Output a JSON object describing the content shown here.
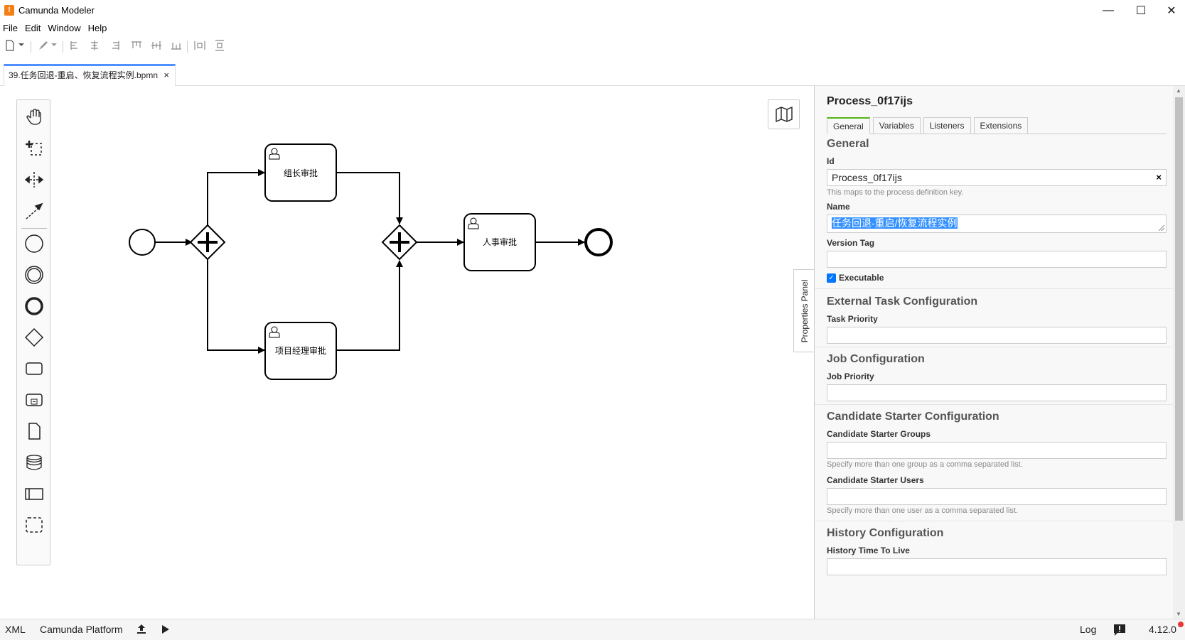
{
  "window": {
    "title": "Camunda Modeler",
    "app_icon": "camunda-modeler-icon",
    "minimize": "—",
    "maximize": "☐",
    "close": "✕"
  },
  "menu": [
    "File",
    "Edit",
    "Window",
    "Help"
  ],
  "toolbar_icons": [
    "new-file-icon",
    "dropdown-arrow-icon",
    "edit-tool-icon",
    "dropdown-arrow-icon",
    "align-left-icon",
    "align-center-icon",
    "align-right-icon",
    "align-top-icon",
    "align-middle-icon",
    "align-bottom-icon",
    "distribute-horizontal-icon",
    "distribute-vertical-icon"
  ],
  "tab": {
    "label": "39.任务回退-重启、恢复流程实例.bpmn",
    "close": "×"
  },
  "palette": [
    "hand-tool-icon",
    "lasso-tool-icon",
    "space-tool-icon",
    "connect-tool-icon",
    "start-event-icon",
    "intermediate-event-icon",
    "end-event-icon",
    "gateway-icon",
    "task-icon",
    "subprocess-icon",
    "data-object-icon",
    "data-store-icon",
    "pool-icon",
    "group-icon"
  ],
  "diagram": {
    "tasks": [
      {
        "name": "组长审批"
      },
      {
        "name": "项目经理审批"
      },
      {
        "name": "人事审批"
      }
    ]
  },
  "properties_toggle": "Properties Panel",
  "properties": {
    "title": "Process_0f17ijs",
    "tabs": [
      "General",
      "Variables",
      "Listeners",
      "Extensions"
    ],
    "active_tab": "General",
    "sections": {
      "general": {
        "heading": "General",
        "id_label": "Id",
        "id_value": "Process_0f17ijs",
        "id_hint": "This maps to the process definition key.",
        "name_label": "Name",
        "name_value": "任务回退-重启/恢复流程实例",
        "version_label": "Version Tag",
        "version_value": "",
        "executable_label": "Executable",
        "executable_checked": true
      },
      "external_task": {
        "heading": "External Task Configuration",
        "priority_label": "Task Priority",
        "priority_value": ""
      },
      "job": {
        "heading": "Job Configuration",
        "priority_label": "Job Priority",
        "priority_value": ""
      },
      "candidate": {
        "heading": "Candidate Starter Configuration",
        "groups_label": "Candidate Starter Groups",
        "groups_value": "",
        "groups_hint": "Specify more than one group as a comma separated list.",
        "users_label": "Candidate Starter Users",
        "users_value": "",
        "users_hint": "Specify more than one user as a comma separated list."
      },
      "history": {
        "heading": "History Configuration",
        "ttl_label": "History Time To Live",
        "ttl_value": ""
      }
    }
  },
  "statusbar": {
    "xml": "XML",
    "platform": "Camunda Platform",
    "log": "Log",
    "version": "4.12.0",
    "notification_color": "#e53935"
  },
  "colors": {
    "accent_tab": "#52b415",
    "file_tab": "#4d90fe",
    "selection": "#3390ff"
  }
}
